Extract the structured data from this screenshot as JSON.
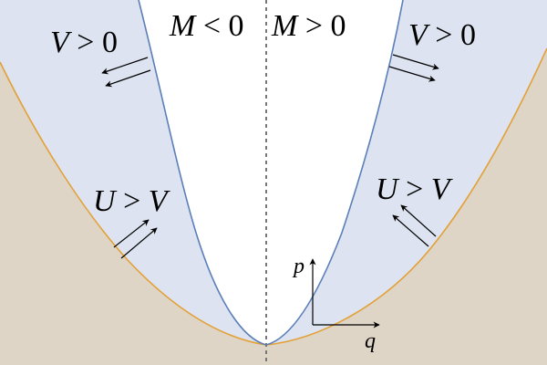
{
  "figure": {
    "type": "phase-region-diagram",
    "colors": {
      "background": "#ffffff",
      "inner_region": "#dde3f0",
      "outer_region": "#ded5c6",
      "inner_boundary": "#5b7fb8",
      "outer_boundary": "#e3a035",
      "axis_line": "#777777",
      "arrows": "#000000"
    },
    "labels": {
      "m_left": {
        "var": "M",
        "rel": "<",
        "val": "0"
      },
      "m_right": {
        "var": "M",
        "rel": ">",
        "val": "0"
      },
      "v_left": {
        "var": "V",
        "rel": ">",
        "val": "0"
      },
      "v_right": {
        "var": "V",
        "rel": ">",
        "val": "0"
      },
      "uv_left": {
        "var": "U",
        "rel": ">",
        "var2": "V"
      },
      "uv_right": {
        "var": "U",
        "rel": ">",
        "var2": "V"
      }
    },
    "axes": {
      "vertical_label": "p",
      "horizontal_label": "q"
    }
  }
}
